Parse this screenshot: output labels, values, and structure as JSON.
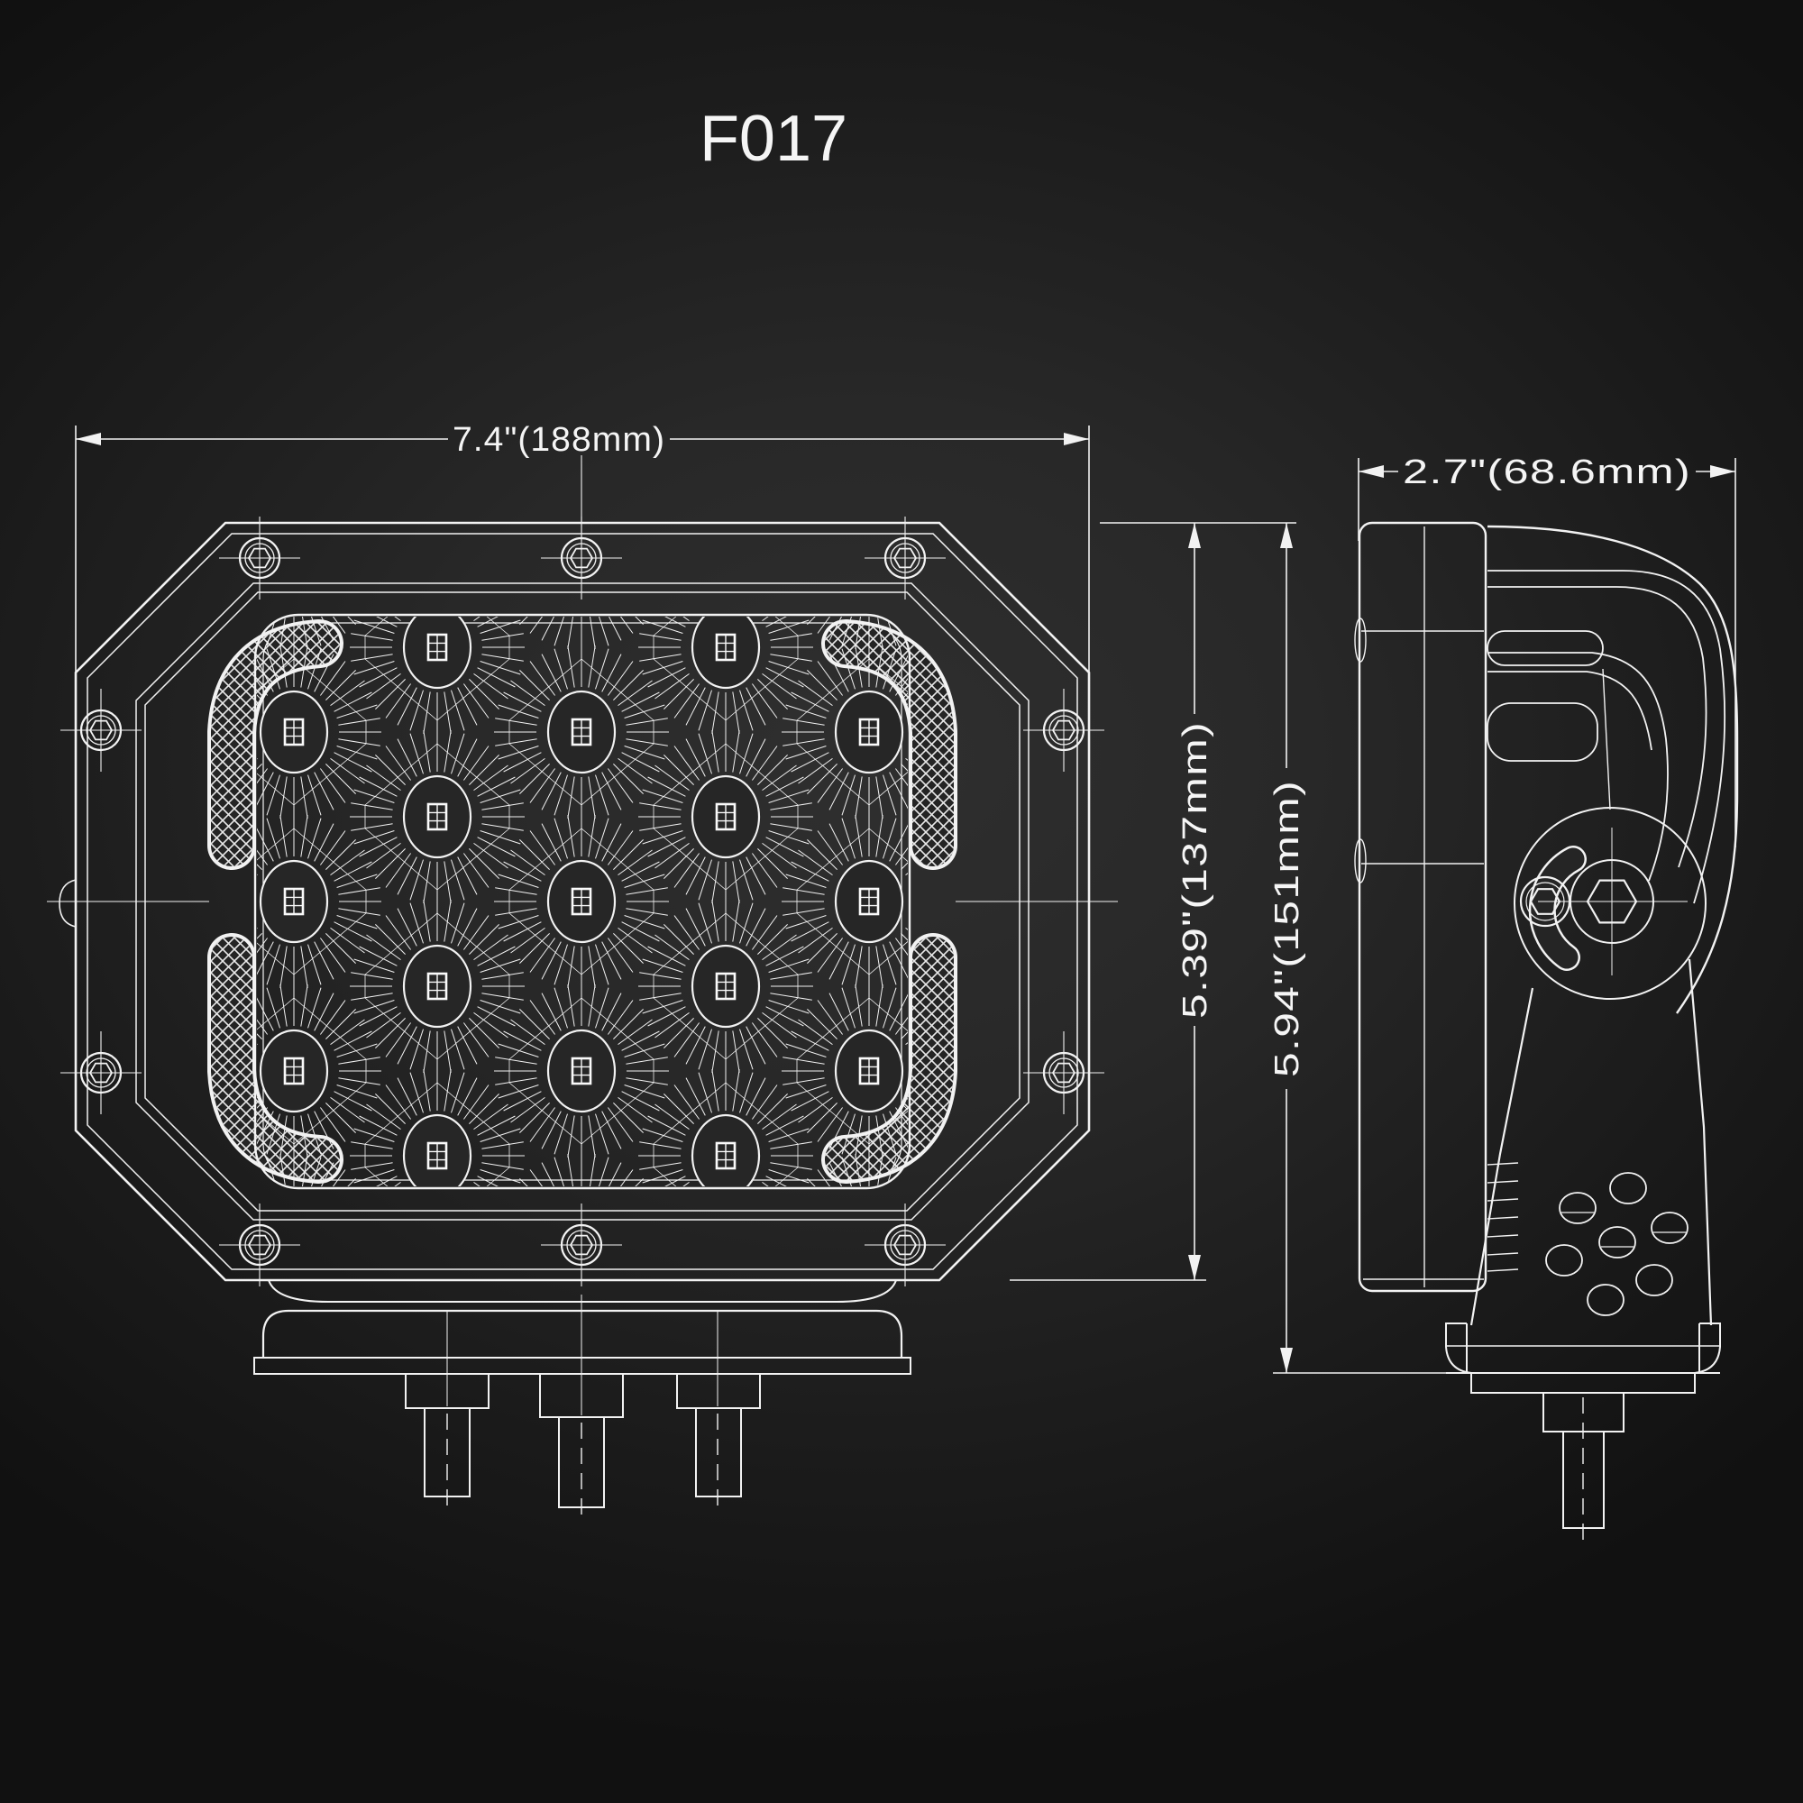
{
  "title": "F017",
  "colors": {
    "line": "#f2f2f2",
    "background_center": "#2f2f2f",
    "background_edge": "#111111",
    "fill_dark": "#242424"
  },
  "dimensions": {
    "width": {
      "label": "7.4\"(188mm)"
    },
    "height": {
      "label": "5.39\"(137mm)"
    },
    "overall_height": {
      "label": "5.94\"(151mm)"
    },
    "depth": {
      "label": "2.7\"(68.6mm)"
    }
  },
  "front_view": {
    "led_count": 17,
    "screw_count": 10
  },
  "side_view": {
    "bracket_hole_count": 7
  }
}
